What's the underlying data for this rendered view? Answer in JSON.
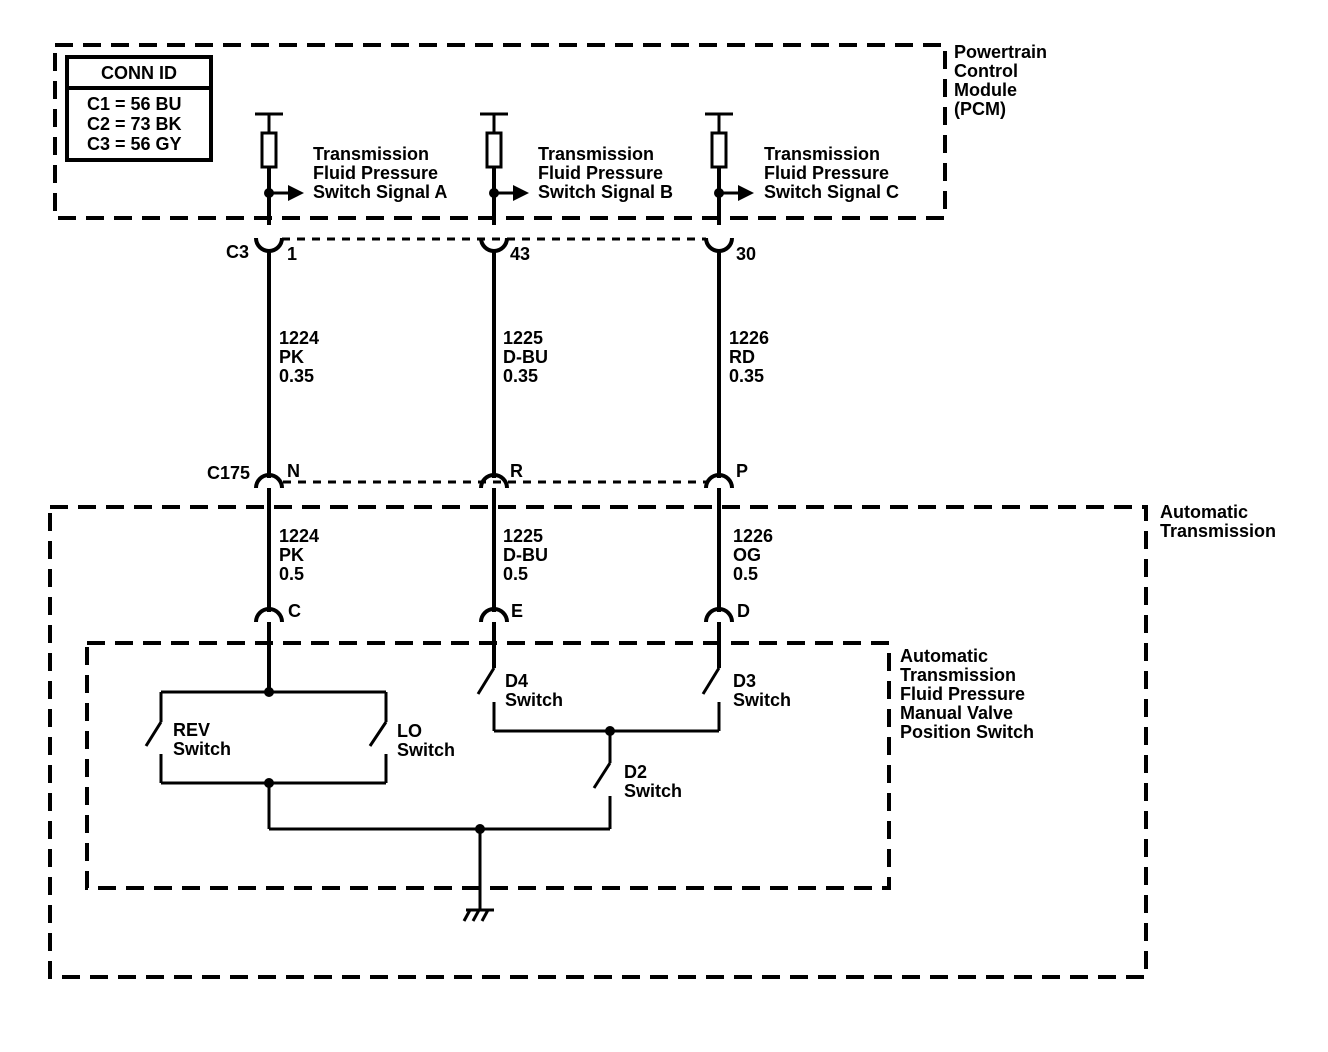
{
  "pcm": {
    "label_lines": [
      "Powertrain",
      "Control",
      "Module",
      "(PCM)"
    ],
    "conn_id": {
      "header": "CONN ID",
      "rows": [
        "C1 = 56 BU",
        "C2 = 73 BK",
        "C3 = 56 GY"
      ]
    },
    "signals": [
      {
        "lines": [
          "Transmission",
          "Fluid Pressure",
          "Switch Signal A"
        ]
      },
      {
        "lines": [
          "Transmission",
          "Fluid Pressure",
          "Switch Signal B"
        ]
      },
      {
        "lines": [
          "Transmission",
          "Fluid Pressure",
          "Switch Signal C"
        ]
      }
    ]
  },
  "connector_c3": {
    "name": "C3",
    "pins": [
      "1",
      "43",
      "30"
    ]
  },
  "upper_wires": [
    {
      "circuit": "1224",
      "color": "PK",
      "gauge": "0.35"
    },
    {
      "circuit": "1225",
      "color": "D-BU",
      "gauge": "0.35"
    },
    {
      "circuit": "1226",
      "color": "RD",
      "gauge": "0.35"
    }
  ],
  "connector_c175": {
    "name": "C175",
    "pins": [
      "N",
      "R",
      "P"
    ]
  },
  "transmission": {
    "label_lines": [
      "Automatic",
      "Transmission"
    ],
    "lower_wires": [
      {
        "circuit": "1224",
        "color": "PK",
        "gauge": "0.5"
      },
      {
        "circuit": "1225",
        "color": "D-BU",
        "gauge": "0.5"
      },
      {
        "circuit": "1226",
        "color": "OG",
        "gauge": "0.5"
      }
    ],
    "pins": [
      "C",
      "E",
      "D"
    ]
  },
  "manual_valve": {
    "label_lines": [
      "Automatic",
      "Transmission",
      "Fluid Pressure",
      "Manual Valve",
      "Position Switch"
    ],
    "switches": {
      "rev": [
        "REV",
        "Switch"
      ],
      "lo": [
        "LO",
        "Switch"
      ],
      "d4": [
        "D4",
        "Switch"
      ],
      "d3": [
        "D3",
        "Switch"
      ],
      "d2": [
        "D2",
        "Switch"
      ]
    }
  }
}
